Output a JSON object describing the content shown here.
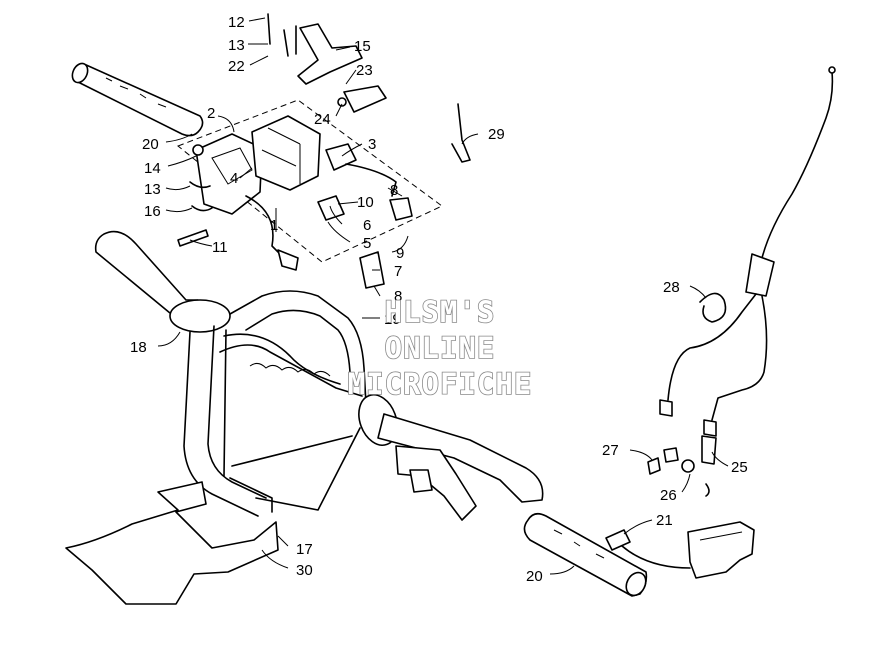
{
  "diagram": {
    "callouts": [
      {
        "id": "c12",
        "text": "12"
      },
      {
        "id": "c13a",
        "text": "13"
      },
      {
        "id": "c22",
        "text": "22"
      },
      {
        "id": "c15",
        "text": "15"
      },
      {
        "id": "c23",
        "text": "23"
      },
      {
        "id": "c24",
        "text": "24"
      },
      {
        "id": "c2",
        "text": "2"
      },
      {
        "id": "c20a",
        "text": "20"
      },
      {
        "id": "c14",
        "text": "14"
      },
      {
        "id": "c13b",
        "text": "13"
      },
      {
        "id": "c16",
        "text": "16"
      },
      {
        "id": "c4",
        "text": "4"
      },
      {
        "id": "c3",
        "text": "3"
      },
      {
        "id": "c8a",
        "text": "8"
      },
      {
        "id": "c10",
        "text": "10"
      },
      {
        "id": "c6",
        "text": "6"
      },
      {
        "id": "c5",
        "text": "5"
      },
      {
        "id": "c9",
        "text": "9"
      },
      {
        "id": "c11",
        "text": "11"
      },
      {
        "id": "c1",
        "text": "1"
      },
      {
        "id": "c7",
        "text": "7"
      },
      {
        "id": "c8b",
        "text": "8"
      },
      {
        "id": "c19",
        "text": "19"
      },
      {
        "id": "c29",
        "text": "29"
      },
      {
        "id": "c28",
        "text": "28"
      },
      {
        "id": "c18",
        "text": "18"
      },
      {
        "id": "c27",
        "text": "27"
      },
      {
        "id": "c25",
        "text": "25"
      },
      {
        "id": "c26",
        "text": "26"
      },
      {
        "id": "c21",
        "text": "21"
      },
      {
        "id": "c20b",
        "text": "20"
      },
      {
        "id": "c17",
        "text": "17"
      },
      {
        "id": "c30",
        "text": "30"
      }
    ]
  },
  "watermark": {
    "line1": "HLSM'S",
    "line2": "ONLINE",
    "line3": "MICROFICHE"
  }
}
